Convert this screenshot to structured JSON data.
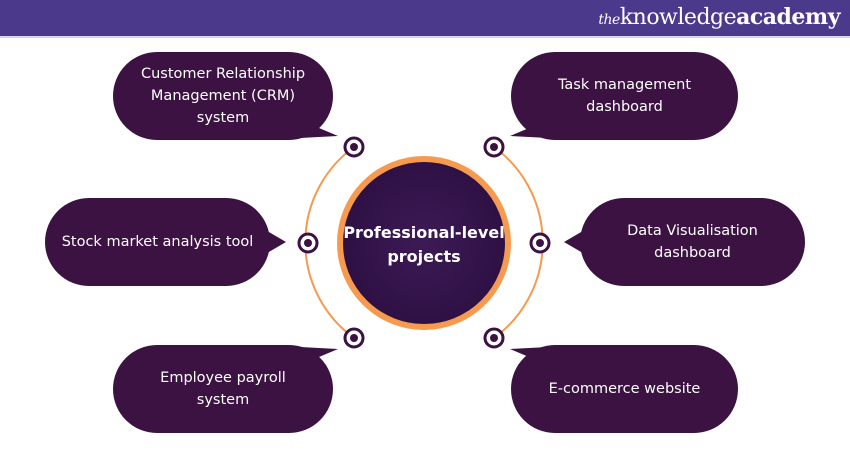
{
  "logo": {
    "the": "the",
    "knowledge": "knowledge",
    "academy": "academy"
  },
  "center": {
    "title": "Professional-level projects"
  },
  "colors": {
    "bubble": "#3b1242",
    "orange": "#f59a4f",
    "header": "#4b3a8c",
    "center": "#33124a"
  },
  "projects": [
    {
      "label": "Customer Relationship Management (CRM) system"
    },
    {
      "label": "Task management dashboard"
    },
    {
      "label": "Stock market analysis tool"
    },
    {
      "label": "Data Visualisation dashboard"
    },
    {
      "label": "Employee payroll system"
    },
    {
      "label": "E-commerce website"
    }
  ]
}
